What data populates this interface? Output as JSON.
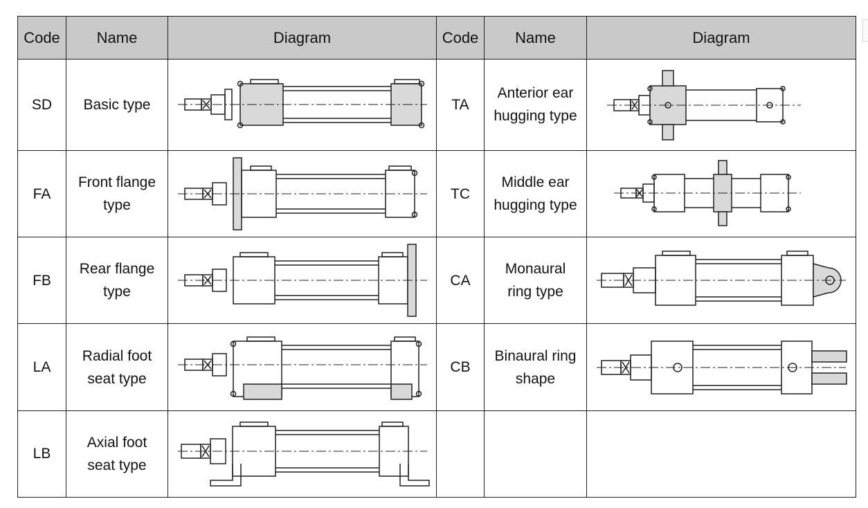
{
  "table": {
    "headers": [
      "Code",
      "Name",
      "Diagram",
      "Code",
      "Name",
      "Diagram"
    ],
    "left_rows": [
      {
        "code": "SD",
        "name_line1": "Basic type",
        "name_line2": "",
        "diagram_icon": "basic-type-cylinder-icon"
      },
      {
        "code": "FA",
        "name_line1": "Front flange",
        "name_line2": "type",
        "diagram_icon": "front-flange-cylinder-icon"
      },
      {
        "code": "FB",
        "name_line1": "Rear flange",
        "name_line2": "type",
        "diagram_icon": "rear-flange-cylinder-icon"
      },
      {
        "code": "LA",
        "name_line1": "Radial foot",
        "name_line2": "seat type",
        "diagram_icon": "radial-foot-cylinder-icon"
      },
      {
        "code": "LB",
        "name_line1": "Axial foot",
        "name_line2": "seat type",
        "diagram_icon": "axial-foot-cylinder-icon"
      }
    ],
    "right_rows": [
      {
        "code": "TA",
        "name_line1": "Anterior ear",
        "name_line2": "hugging type",
        "diagram_icon": "anterior-ear-cylinder-icon"
      },
      {
        "code": "TC",
        "name_line1": "Middle ear",
        "name_line2": "hugging type",
        "diagram_icon": "middle-ear-cylinder-icon"
      },
      {
        "code": "CA",
        "name_line1": "Monaural",
        "name_line2": "ring type",
        "diagram_icon": "monaural-ring-cylinder-icon"
      },
      {
        "code": "CB",
        "name_line1": "Binaural ring",
        "name_line2": "shape",
        "diagram_icon": "binaural-ring-cylinder-icon"
      },
      {
        "code": "",
        "name_line1": "",
        "name_line2": "",
        "diagram_icon": ""
      }
    ]
  },
  "colors": {
    "header_bg": "#c9c9c9",
    "highlight_fill": "#d9d9d9",
    "line": "#1f1f1f"
  }
}
